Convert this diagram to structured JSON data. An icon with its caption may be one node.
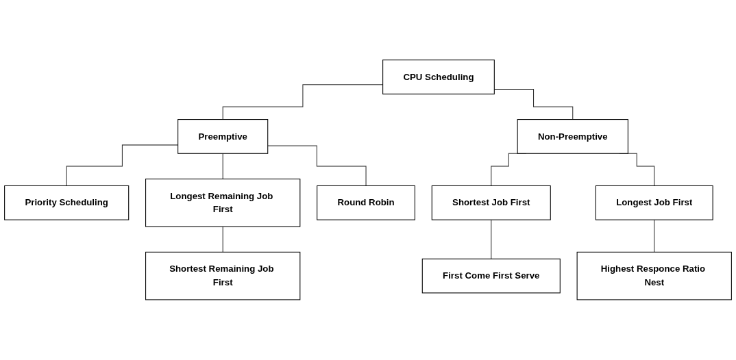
{
  "diagram": {
    "nodes": [
      {
        "text": [
          "CPU Scheduling"
        ]
      },
      {
        "text": [
          "Preemptive"
        ]
      },
      {
        "text": [
          "Non-Preemptive"
        ]
      },
      {
        "text": [
          "Priority Scheduling"
        ]
      },
      {
        "text": [
          "Longest Remaining Job First"
        ]
      },
      {
        "text": [
          "Shortest Job First"
        ]
      },
      {
        "text": [
          "Longest Job First"
        ]
      },
      {
        "text": [
          "Shortest Remaining Job First"
        ]
      },
      {
        "text": [
          "Round Robin"
        ]
      },
      {
        "text": [
          "First Come First Serve"
        ]
      },
      {
        "text": [
          "Highest Responce Ratio Nest"
        ]
      }
    ],
    "edges": [
      {
        "from": 0,
        "to": 1,
        "arrow": "none"
      },
      {
        "from": 0,
        "to": 2,
        "arrow": "none"
      },
      {
        "from": 1,
        "to": 3,
        "arrow": "none"
      },
      {
        "from": 1,
        "to": 4,
        "arrow": "none"
      },
      {
        "from": 1,
        "to": 8,
        "arrow": "none"
      },
      {
        "from": 4,
        "to": 7,
        "arrow": "none"
      },
      {
        "from": 2,
        "to": 5,
        "arrow": "none"
      },
      {
        "from": 2,
        "to": 6,
        "arrow": "none"
      },
      {
        "from": 5,
        "to": 9,
        "arrow": "none"
      },
      {
        "from": 6,
        "to": 10,
        "arrow": "none"
      }
    ]
  }
}
